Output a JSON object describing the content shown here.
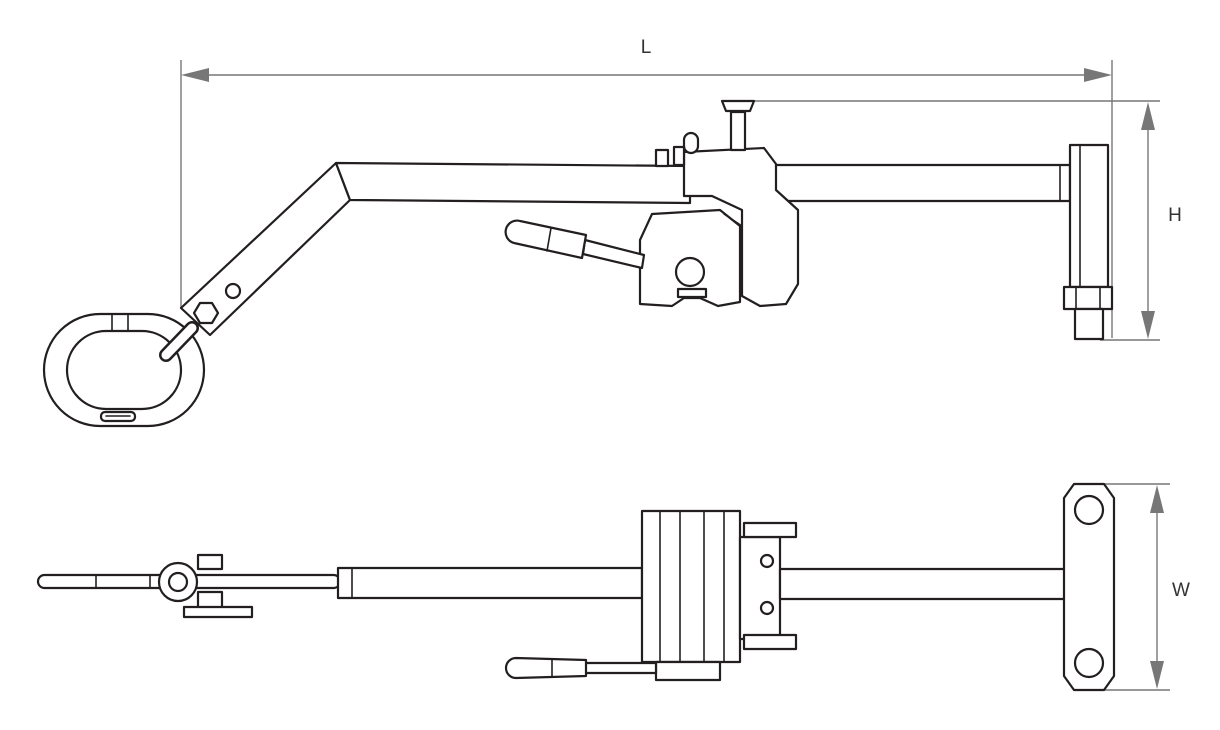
{
  "dimensions": {
    "length_label": "L",
    "height_label": "H",
    "width_label": "W"
  },
  "colors": {
    "outline": "#231f20",
    "dimension_line": "#777777",
    "label": "#333333",
    "background": "#ffffff"
  }
}
